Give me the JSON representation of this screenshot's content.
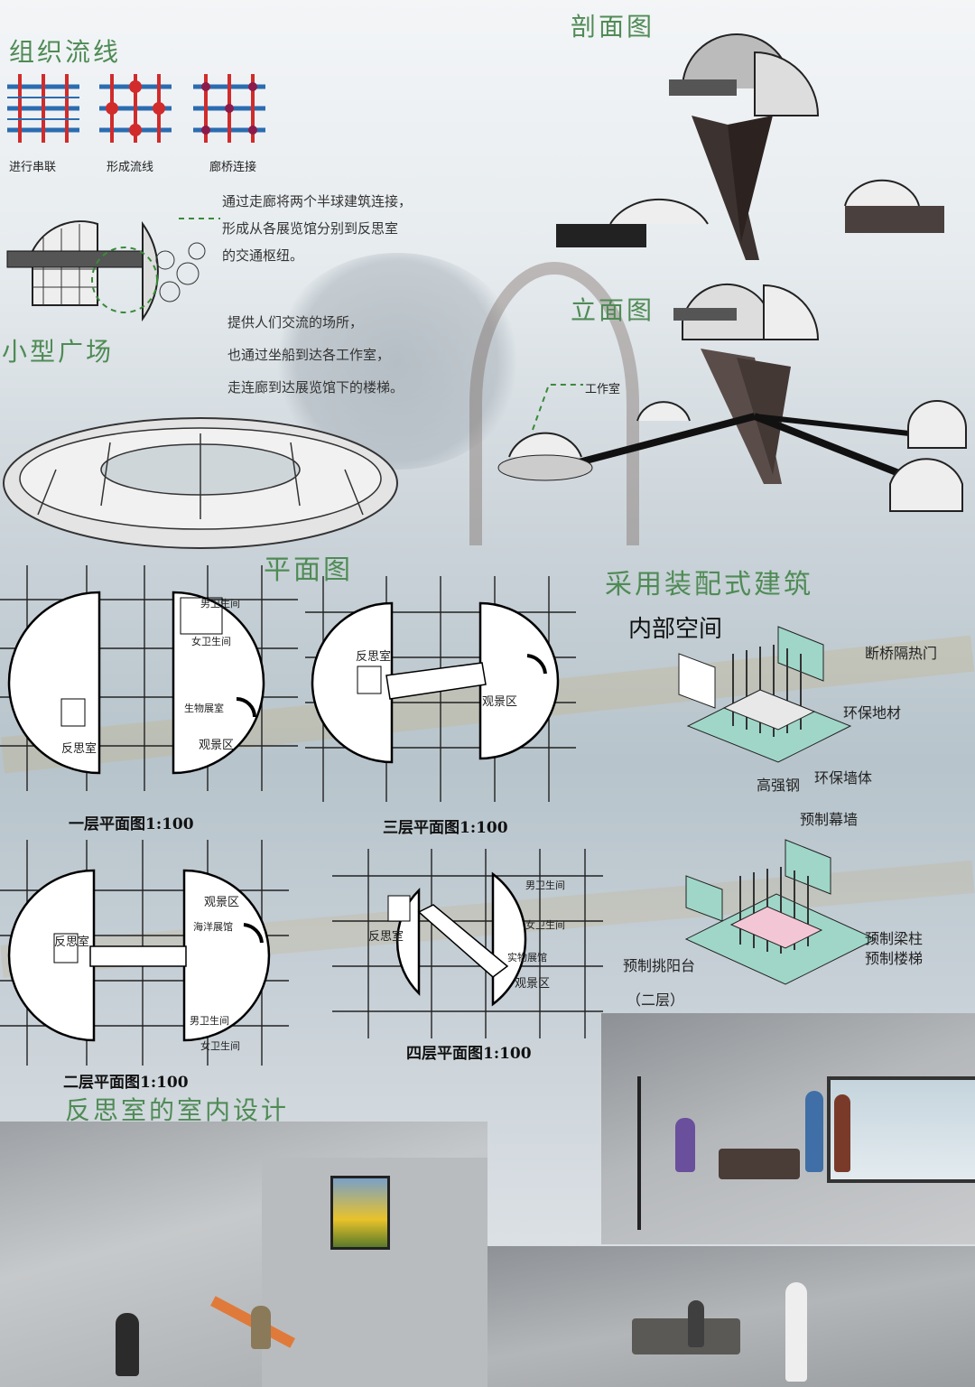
{
  "section_titles": {
    "circulation": "组织流线",
    "section": "剖面图",
    "plaza": "小型广场",
    "elevation": "立面图",
    "plan": "平面图",
    "prefab": "采用装配式建筑",
    "interior_design": "反思室的室内设计"
  },
  "circulation_steps": [
    "进行串联",
    "形成流线",
    "廊桥连接"
  ],
  "corridor_text": [
    "通过走廊将两个半球建筑连接，",
    "形成从各展览馆分别到反思室",
    "的交通枢纽。"
  ],
  "plaza_text": [
    "提供人们交流的场所，",
    "也通过坐船到达各工作室，",
    "走连廊到达展览馆下的楼梯。"
  ],
  "elevation_label": "工作室",
  "plans": {
    "floor1": {
      "label": "一层平面图1:100",
      "rooms": [
        "反思室",
        "男卫生间",
        "女卫生间",
        "生物展室",
        "观景区"
      ]
    },
    "floor3": {
      "label": "三层平面图1:100",
      "rooms": [
        "反思室",
        "观景区"
      ]
    },
    "floor2": {
      "label": "二层平面图1:100",
      "rooms": [
        "反思室",
        "观景区",
        "海洋展馆",
        "男卫生间",
        "女卫生间"
      ]
    },
    "floor4": {
      "label": "四层平面图1:100",
      "rooms": [
        "反思室",
        "男卫生间",
        "女卫生间",
        "实物展馆",
        "观景区"
      ]
    }
  },
  "prefab": {
    "interior_label": "内部空间",
    "upper_labels": [
      "断桥隔热门",
      "环保地材",
      "高强钢",
      "环保墙体"
    ],
    "lower_labels": [
      "预制幕墙",
      "预制梁柱",
      "预制楼梯",
      "预制挑阳台",
      "（二层）"
    ]
  },
  "colors": {
    "heading_green": "#4f8b55",
    "grid_blue": "#2b6cb0",
    "grid_red": "#d12b2b",
    "panel_teal": "#9fd6c8"
  }
}
